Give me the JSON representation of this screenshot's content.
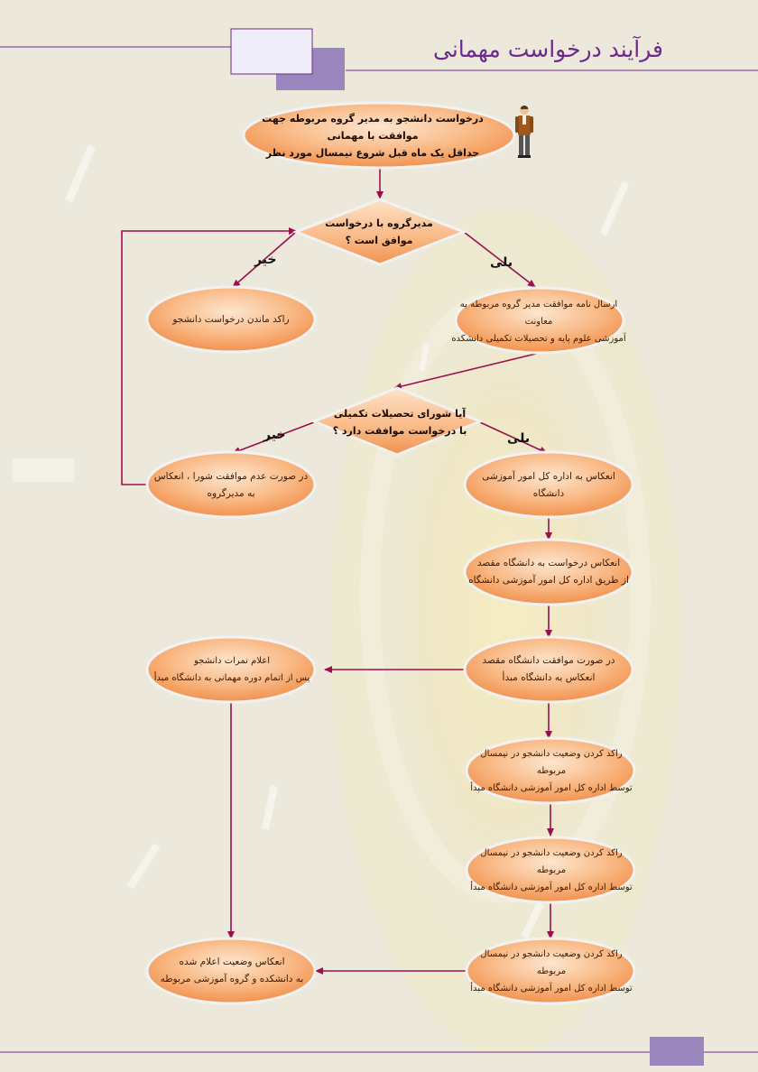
{
  "title": "فرآیند درخواست مهمانی",
  "colors": {
    "accent": "#9b86bd",
    "accent_dark": "#6b2a8c",
    "node_fill": "#f8b57e",
    "node_edge": "#f2f2f2",
    "arrow": "#9c0f4f",
    "background": "#ece9dc"
  },
  "icons": {
    "start_figure": "person-icon"
  },
  "nodes": {
    "start": "درخواست دانشجو به مدیر گروه مربوطه جهت موافقت با مهمانی\nحداقل یک ماه قبل شروع نیمسال مورد نظر",
    "decision1": "مدیرگروه با درخواست\nموافق است ؟",
    "reject1": "راکد ماندن درخواست دانشجو",
    "send_letter": "ارسال نامه موافقت مدیر گروه مربوطه به معاونت\nآموزشی علوم پایه و تحصیلات تکمیلی دانشکده",
    "decision2": "آیا شورای تحصیلات تکمیلی\nبا درخواست موافقت دارد ؟",
    "reflect_reject": "در صورت عدم موافقت شورا ، انعکاس\nبه مدیرگروه",
    "reflect_general": "انعکاس به اداره کل امور آموزشی دانشگاه",
    "reflect_destination": "انعکاس درخواست به دانشگاه مقصد\nاز طریق اداره کل امور آموزشی دانشگاه",
    "destination_approval": "در صورت موافقت دانشگاه مقصد\nانعکاس به دانشگاه مبدأ",
    "announce_grades": "اعلام نمرات دانشجو\nپس از اتمام دوره مهمانی به دانشگاه مبدأ",
    "idle1": "راکد کردن وضعیت دانشجو در نیمسال مربوطه\nتوسط اداره کل امور آموزشی دانشگاه مبدأ",
    "idle2": "راکد کردن وضعیت دانشجو در نیمسال مربوطه\nتوسط اداره کل امور آموزشی دانشگاه مبدأ",
    "idle3": "راکد کردن وضعیت دانشجو در نیمسال مربوطه\nتوسط اداره کل امور آموزشی دانشگاه مبدأ",
    "reflect_status": "انعکاس وضعیت اعلام شده\nبه دانشکده و گروه آموزشی مربوطه"
  },
  "labels": {
    "no1": "خیر",
    "yes1": "بلی",
    "no2": "خیر",
    "yes2": "بلی"
  }
}
